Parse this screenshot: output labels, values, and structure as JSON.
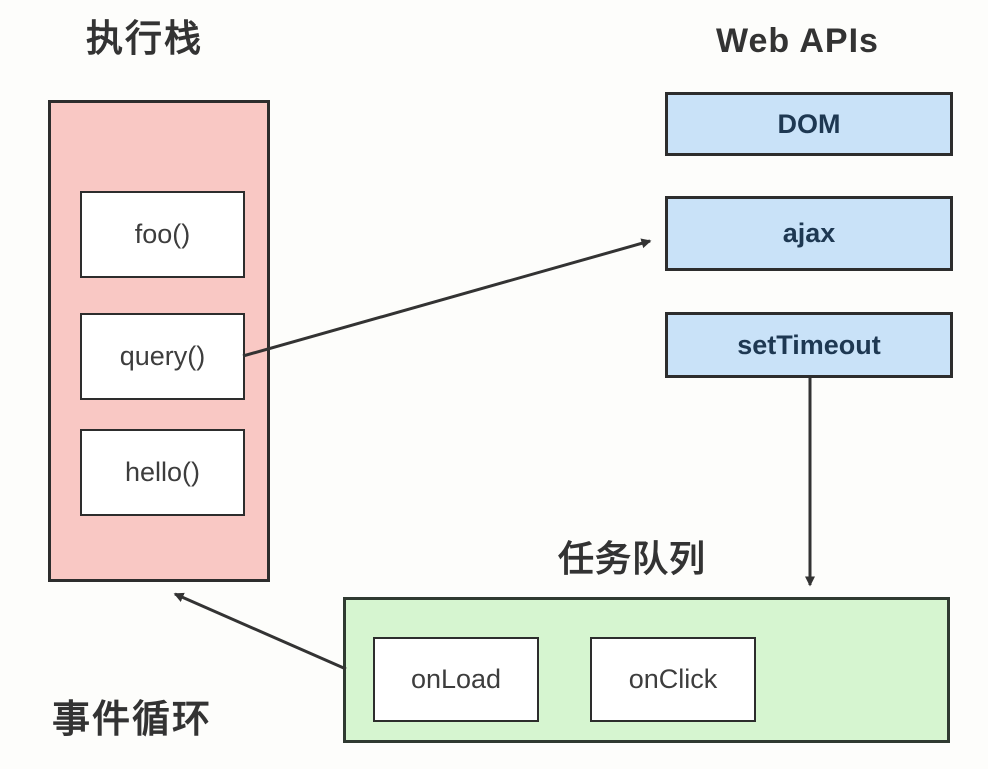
{
  "diagram": {
    "execution_stack": {
      "title": "执行栈",
      "frames": [
        {
          "label": "foo()"
        },
        {
          "label": "query()"
        },
        {
          "label": "hello()"
        }
      ]
    },
    "web_apis": {
      "title": "Web APIs",
      "items": [
        {
          "label": "DOM"
        },
        {
          "label": "ajax"
        },
        {
          "label": "setTimeout"
        }
      ]
    },
    "task_queue": {
      "title": "任务队列",
      "items": [
        {
          "label": "onLoad"
        },
        {
          "label": "onClick"
        }
      ]
    },
    "event_loop_label": "事件循环",
    "arrows": [
      {
        "name": "query-to-ajax"
      },
      {
        "name": "settimeout-to-task-queue"
      },
      {
        "name": "task-queue-to-execution-stack"
      }
    ],
    "colors": {
      "stack_fill": "#f9c8c4",
      "webapi_fill": "#c9e2f8",
      "queue_fill": "#d6f5d0",
      "border": "#2d2d2d",
      "webapi_text": "#1e3852",
      "frame_text": "#3d3d3d",
      "title_text": "#333333"
    }
  }
}
